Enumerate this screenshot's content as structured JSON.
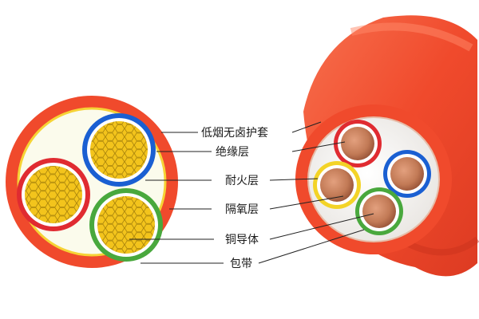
{
  "labels": {
    "sheath": "低烟无卤护套",
    "insulation": "绝缘层",
    "fire_resistant": "耐火层",
    "separator": "隔氧层",
    "conductor": "铜导体",
    "tape": "包带"
  },
  "colors": {
    "sheath": "#f04a2c",
    "sheath_shadow": "#d53a22",
    "conductor_yellow": "#f2c21b",
    "filler": "#fbfbec",
    "core_blue": "#1a5fd2",
    "core_red": "#e02b31",
    "core_green": "#49a83d",
    "core_yellow": "#f3d327",
    "copper": "#c27a56",
    "copper_dark": "#8e4a30"
  }
}
